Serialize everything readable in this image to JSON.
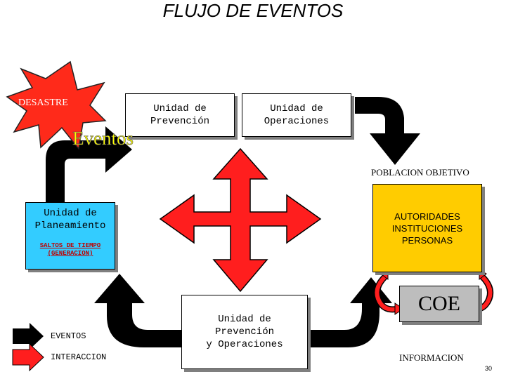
{
  "title": "FLUJO DE EVENTOS",
  "desastre": "DESASTRE",
  "eventos_label": "Eventos",
  "unidad_prevencion": [
    "Unidad de",
    "Prevención"
  ],
  "unidad_operaciones": [
    "Unidad de",
    "Operaciones"
  ],
  "poblacion_objetivo": "POBLACION OBJETIVO",
  "unidad_planeamiento": [
    "Unidad de",
    "Planeamiento"
  ],
  "saltos": [
    "SALTOS DE TIEMPO",
    "(GENERACION)"
  ],
  "autoridades": [
    "AUTORIDADES",
    "INSTITUCIONES",
    "PERSONAS"
  ],
  "coe": "COE",
  "unidad_prev_oper": [
    "Unidad de",
    "Prevención",
    "y Operaciones"
  ],
  "legend": {
    "eventos": "EVENTOS",
    "interaccion": "INTERACCION"
  },
  "informacion": "INFORMACION",
  "page_number": "30",
  "colors": {
    "burst": "#ff2a1a",
    "interaction_arrow": "#ff1e1e",
    "planeamiento_fill": "#33ccff",
    "autoridades_fill": "#ffcc00",
    "coe_fill": "#bdbdbd",
    "eventos_text": "#ffff00"
  }
}
